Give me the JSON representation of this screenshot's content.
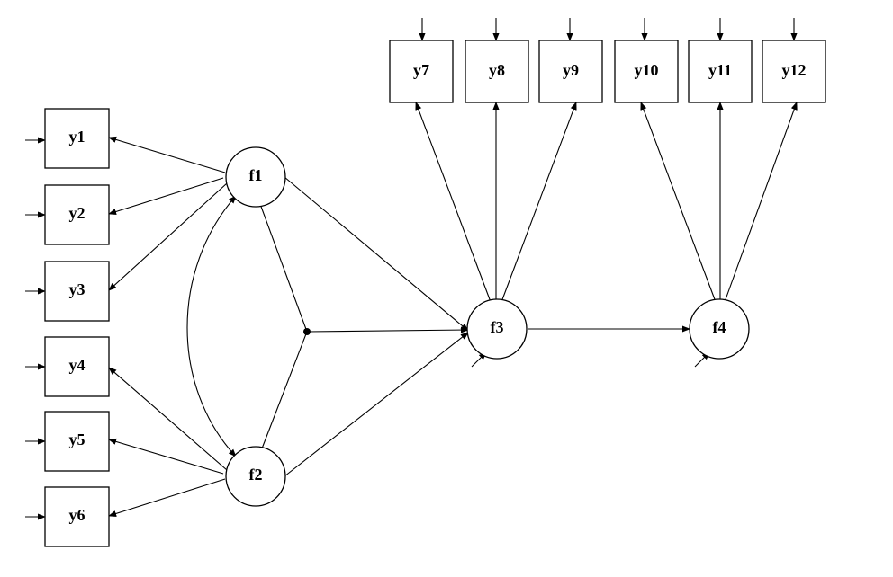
{
  "diagram": {
    "observed": {
      "y1": "y1",
      "y2": "y2",
      "y3": "y3",
      "y4": "y4",
      "y5": "y5",
      "y6": "y6",
      "y7": "y7",
      "y8": "y8",
      "y9": "y9",
      "y10": "y10",
      "y11": "y11",
      "y12": "y12"
    },
    "latent": {
      "f1": "f1",
      "f2": "f2",
      "f3": "f3",
      "f4": "f4"
    },
    "colors": {
      "stroke": "#000000",
      "fill": "#ffffff"
    }
  }
}
